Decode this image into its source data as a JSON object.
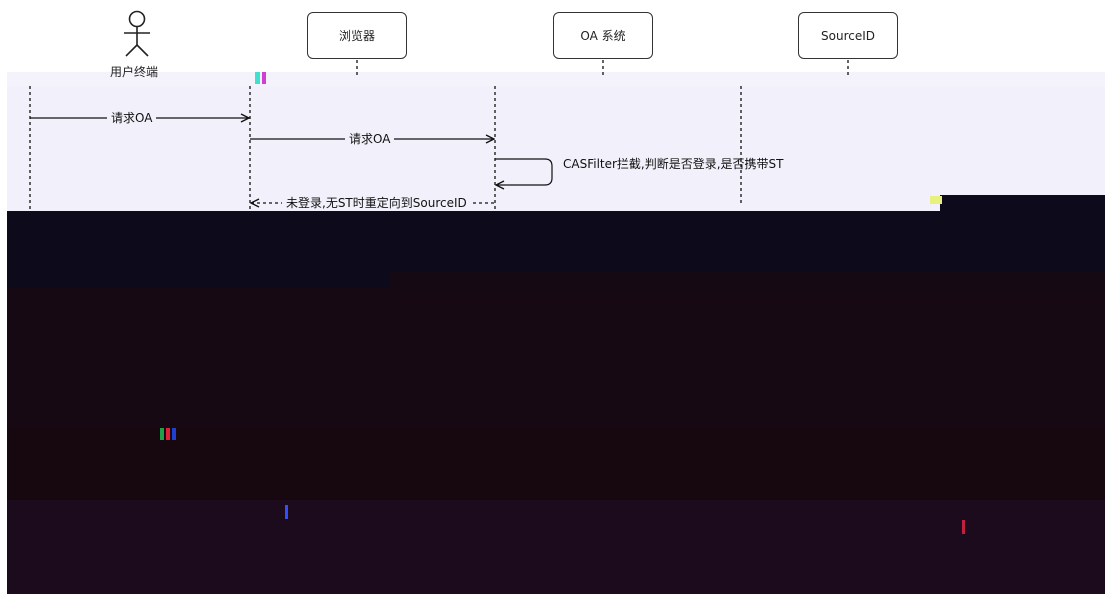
{
  "participants": {
    "user": "用户终端",
    "browser": "浏览器",
    "oa": "OA 系统",
    "source": "SourceID"
  },
  "messages": {
    "m1": "请求OA",
    "m2": "请求OA",
    "m3": "CASFilter拦截,判断是否登录,是否携带ST",
    "m4": "未登录,无ST时重定向到SourceID"
  },
  "icons": {
    "actor": "person-icon"
  }
}
